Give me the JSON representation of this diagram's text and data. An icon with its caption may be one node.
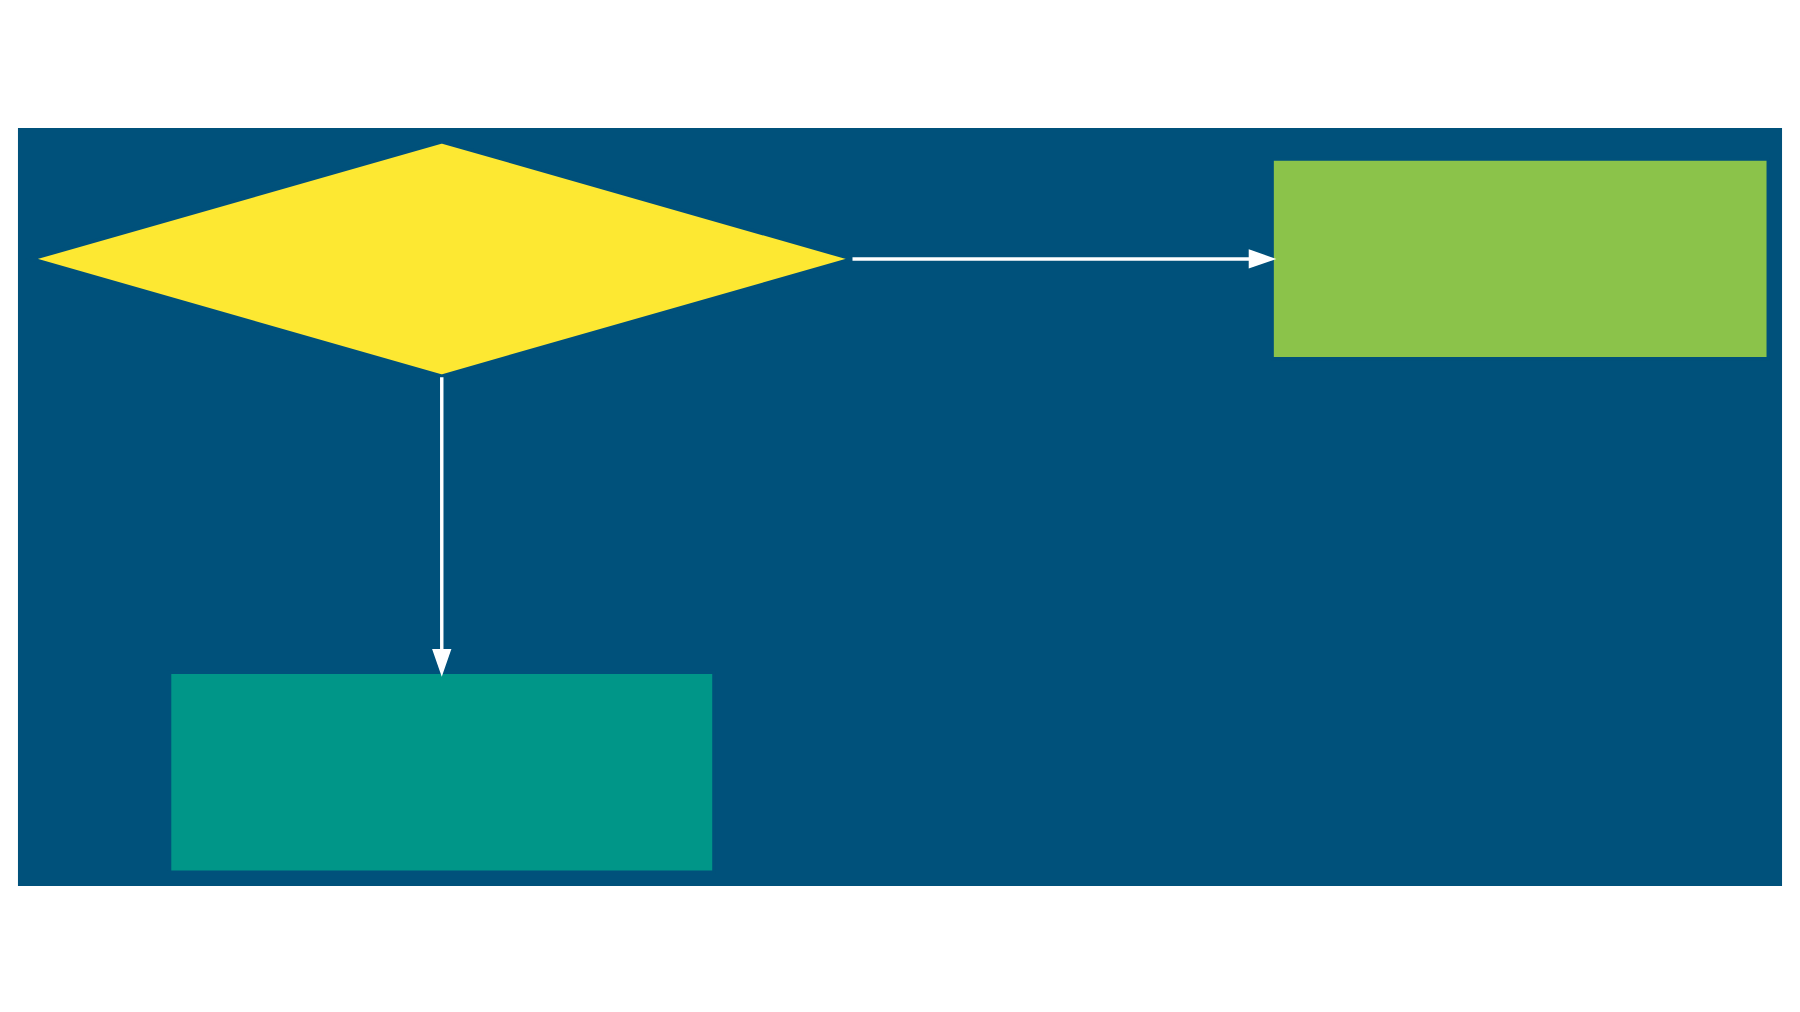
{
  "diagram": {
    "nodes": [
      {
        "text": [],
        "shape": "diamond"
      },
      {
        "text": [],
        "shape": "box"
      },
      {
        "text": [],
        "shape": "box"
      }
    ],
    "edges": [
      {
        "from": 0,
        "to": 1,
        "arrow": "to"
      },
      {
        "from": 0,
        "to": 2,
        "arrow": "to"
      }
    ]
  }
}
